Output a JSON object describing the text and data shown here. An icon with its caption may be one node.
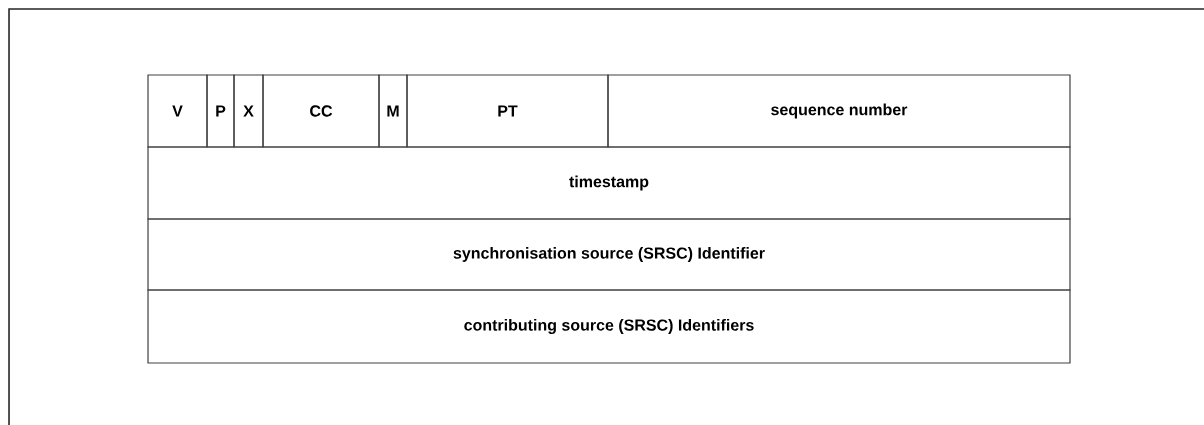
{
  "diagram": {
    "nodes": [
      {
        "text": [
          "V"
        ]
      },
      {
        "text": [
          "P"
        ]
      },
      {
        "text": [
          "X"
        ]
      },
      {
        "text": [
          "CC"
        ]
      },
      {
        "text": [
          "M"
        ]
      },
      {
        "text": [
          "PT"
        ]
      },
      {
        "text": [
          "sequence number"
        ]
      },
      {
        "text": [
          "timestamp"
        ]
      },
      {
        "text": [
          "synchronisation source (SRSC) Identifier"
        ]
      },
      {
        "text": [
          "contributing source (SRSC) Identifiers"
        ]
      }
    ]
  }
}
